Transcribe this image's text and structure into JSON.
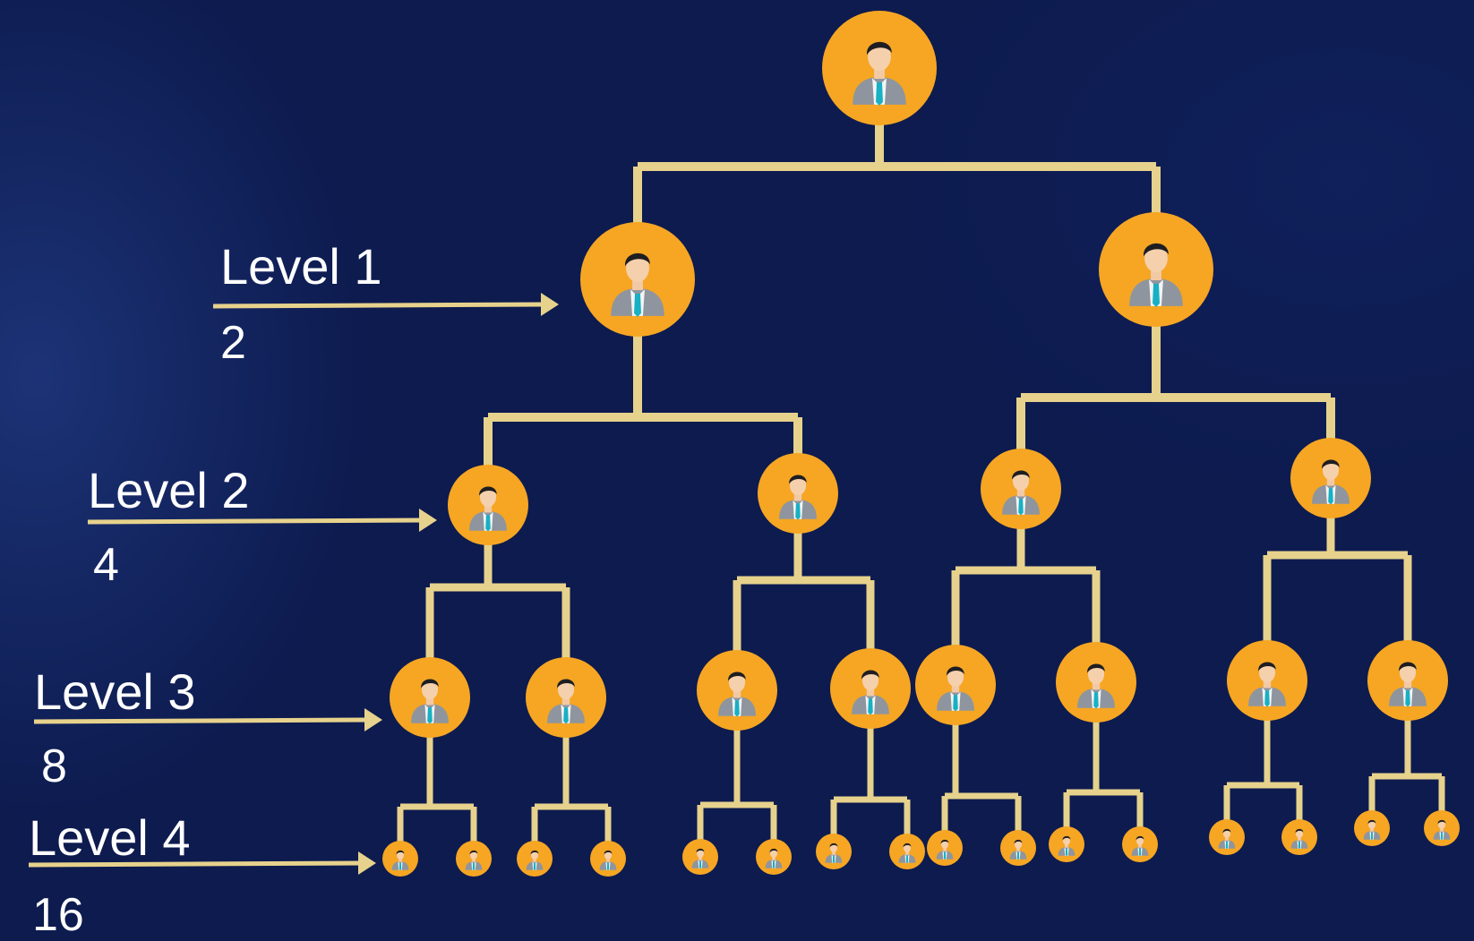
{
  "levels": [
    {
      "label": "Level 1",
      "count": "2"
    },
    {
      "label": "Level 2",
      "count": "4"
    },
    {
      "label": "Level 3",
      "count": "8"
    },
    {
      "label": "Level 4",
      "count": "16"
    }
  ],
  "node_icon": "businessman-avatar-icon",
  "colors": {
    "background": "#0d1b4f",
    "connector": "#e6d28c",
    "node_fill": "#f6a623",
    "arrow": "#e6d28c",
    "label_text": "#ffffff"
  }
}
